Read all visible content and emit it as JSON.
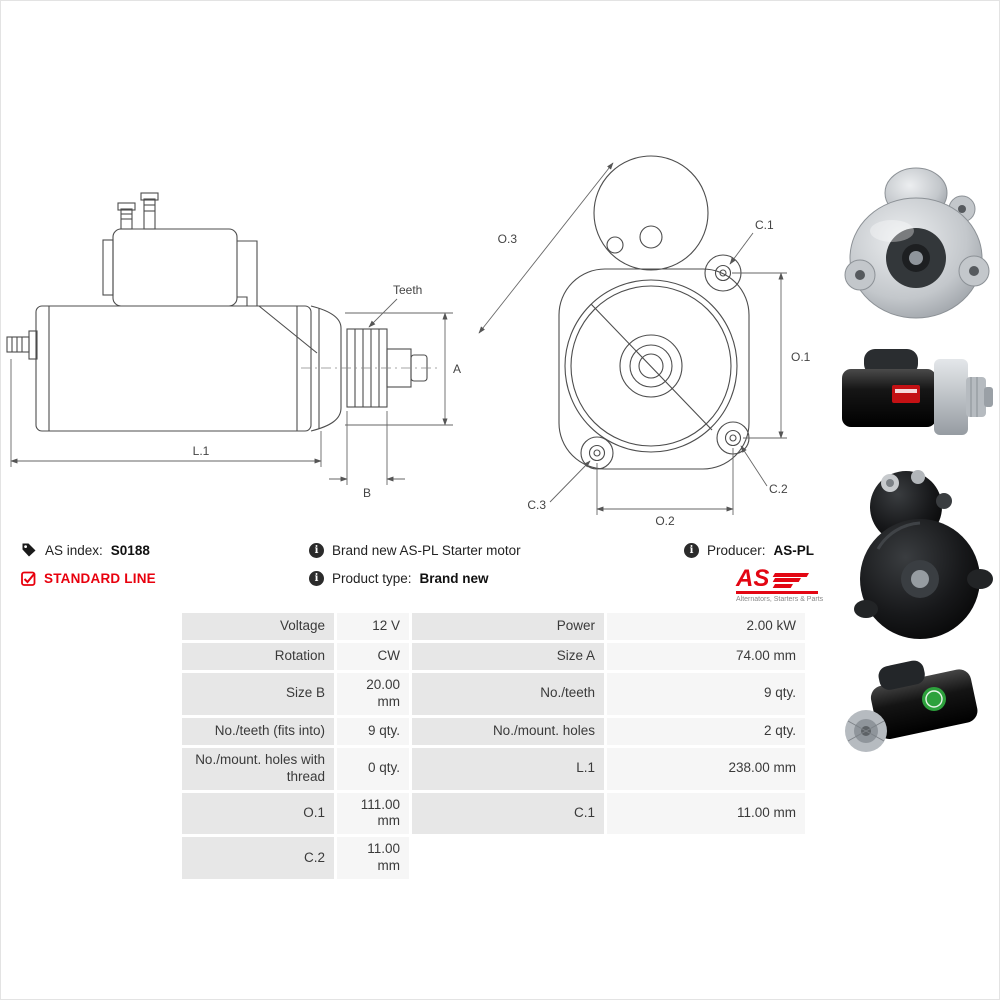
{
  "colors": {
    "accent_red": "#e30613",
    "table_label_bg": "#e7e7e7",
    "table_value_bg": "#f6f6f6",
    "line_color": "#4d4d4d"
  },
  "icons": {
    "info": "i",
    "tags": "tags-icon",
    "check": "red-checkbox-icon"
  },
  "header_info": {
    "as_index_label": "AS index:",
    "as_index_value": "S0188",
    "standard_line": "STANDARD LINE",
    "brand_new": "Brand new AS-PL Starter motor",
    "product_type_label": "Product type:",
    "product_type_value": "Brand new",
    "producer_label": "Producer:",
    "producer_value": "AS-PL"
  },
  "logo": {
    "text": "AS",
    "tagline": "Alternators, Starters & Parts"
  },
  "drawing_labels": {
    "teeth": "Teeth",
    "a": "A",
    "l1": "L.1",
    "b": "B",
    "o3": "O.3",
    "c1": "C.1",
    "o1": "O.1",
    "c3": "C.3",
    "c2": "C.2",
    "o2": "O.2"
  },
  "spec_table": {
    "rows": [
      {
        "label_left": "Voltage",
        "value_left": "12 V",
        "label_right": "Power",
        "value_right": "2.00 kW"
      },
      {
        "label_left": "Rotation",
        "value_left": "CW",
        "label_right": "Size A",
        "value_right": "74.00 mm"
      },
      {
        "label_left": "Size B",
        "value_left": "20.00 mm",
        "label_right": "No./teeth",
        "value_right": "9 qty."
      },
      {
        "label_left": "No./teeth (fits into)",
        "value_left": "9 qty.",
        "label_right": "No./mount. holes",
        "value_right": "2 qty."
      },
      {
        "label_left": "No./mount. holes with thread",
        "value_left": "0 qty.",
        "label_right": "L.1",
        "value_right": "238.00 mm"
      },
      {
        "label_left": "O.1",
        "value_left": "111.00 mm",
        "label_right": "C.1",
        "value_right": "11.00 mm"
      },
      {
        "label_left": "C.2",
        "value_left": "11.00 mm",
        "label_right": "",
        "value_right": ""
      }
    ]
  }
}
